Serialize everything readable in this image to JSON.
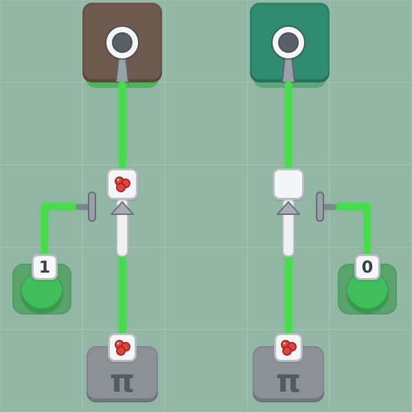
{
  "app": {
    "name": "wire-logic-puzzle-board"
  },
  "colors": {
    "background": "#93b7a5",
    "wire": "#46dd4d",
    "left_output_box": "#6f5a50",
    "right_output_box": "#2f8c70",
    "left_output_pad": "#4fb45c",
    "right_output_pad": "#5ca77d",
    "button_pad": "#58a46b",
    "button": "#3fbe5b",
    "source_block": "#8b9197",
    "berry_red": "#e8423b",
    "node_white": "#f4f5f6"
  },
  "machines": [
    {
      "side": "left",
      "output_box_color": "#6f5a50",
      "lamp_icon": "socket-ring",
      "filter_node_icon": "berries",
      "valve_icon": "arrow-up",
      "token": "1",
      "source_symbol": "π",
      "source_badge_icon": "berries"
    },
    {
      "side": "right",
      "output_box_color": "#2f8c70",
      "lamp_icon": "socket-ring",
      "filter_node_icon": "none",
      "valve_icon": "arrow-up",
      "token": "0",
      "source_symbol": "π",
      "source_badge_icon": "berries"
    }
  ]
}
